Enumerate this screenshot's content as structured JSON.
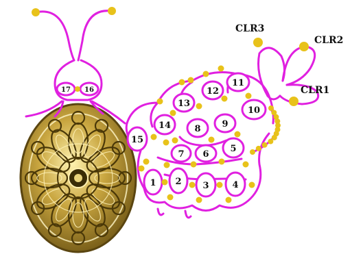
{
  "diagram": {
    "ring_labels": [
      {
        "id": "r1",
        "text": "1"
      },
      {
        "id": "r2",
        "text": "2"
      },
      {
        "id": "r3",
        "text": "3"
      },
      {
        "id": "r4",
        "text": "4"
      },
      {
        "id": "r5",
        "text": "5"
      },
      {
        "id": "r6",
        "text": "6"
      },
      {
        "id": "r7",
        "text": "7"
      },
      {
        "id": "r8",
        "text": "8"
      },
      {
        "id": "r9",
        "text": "9"
      },
      {
        "id": "r10",
        "text": "10"
      },
      {
        "id": "r11",
        "text": "11"
      },
      {
        "id": "r12",
        "text": "12"
      },
      {
        "id": "r13",
        "text": "13"
      },
      {
        "id": "r14",
        "text": "14"
      },
      {
        "id": "r15",
        "text": "15"
      },
      {
        "id": "r16",
        "text": "16"
      },
      {
        "id": "r17",
        "text": "17"
      }
    ],
    "clover_labels": {
      "clr1": "CLR1",
      "clr2": "CLR2",
      "clr3": "CLR3"
    },
    "colors": {
      "thread": "#e020e0",
      "bead": "#e8c21a",
      "text": "#111111",
      "brass": "#b8972e"
    }
  }
}
